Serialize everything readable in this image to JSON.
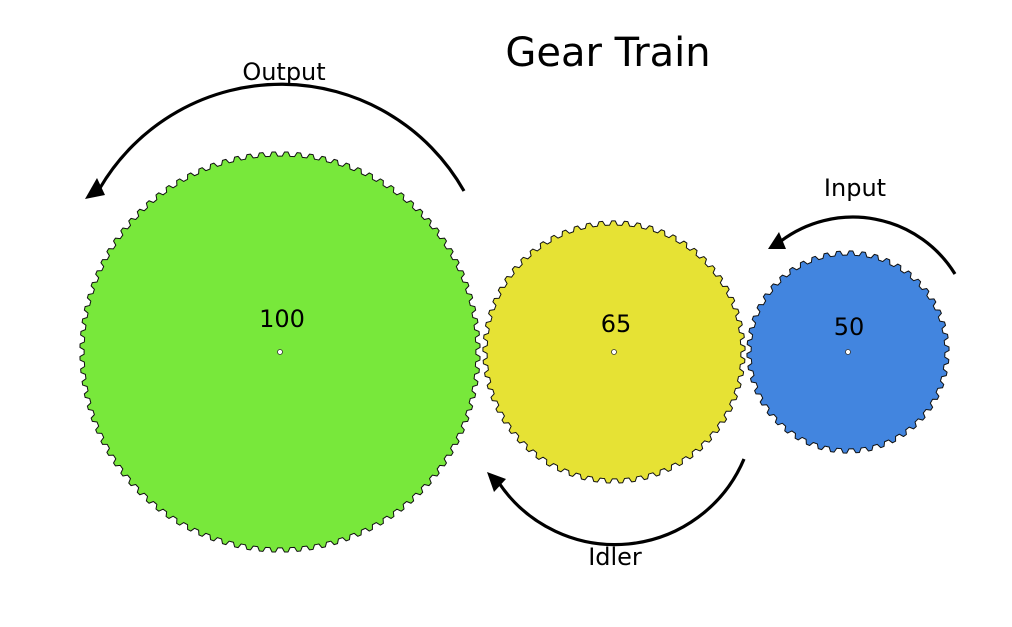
{
  "title": "Gear Train",
  "gears": [
    {
      "id": "output",
      "teeth": "100",
      "role": "Output",
      "color": "#78E83B"
    },
    {
      "id": "idler",
      "teeth": "65",
      "role": "Idler",
      "color": "#E6E234"
    },
    {
      "id": "input",
      "teeth": "50",
      "role": "Input",
      "color": "#4285DF"
    }
  ]
}
